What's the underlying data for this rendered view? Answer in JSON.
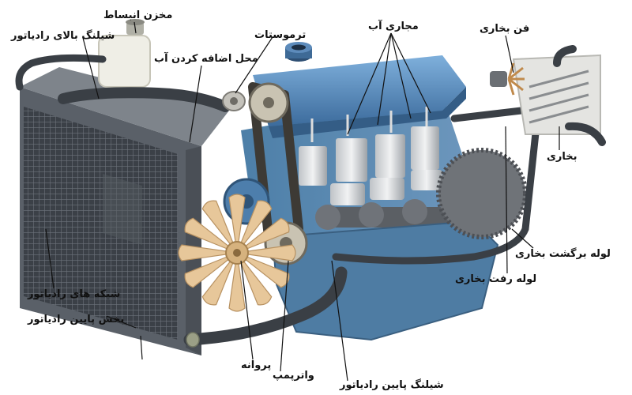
{
  "labels": {
    "expansion_tank": "مخزن انبساط",
    "upper_radiator_hose": "شیلنگ بالای رادیاتور",
    "thermostat": "ترموستات",
    "water_filler": "محل اضافه کردن آب",
    "water_passages": "مجاری آب",
    "heater_fan": "فن بخاری",
    "heater": "بخاری",
    "heater_return_pipe": "لوله برگشت بخاری",
    "heater_supply_pipe": "لوله رفت بخاری",
    "radiator_core": "شبکه های رادیاتور",
    "radiator_lower_section": "بخش پایین رادیاتور",
    "fan": "پروانه",
    "water_pump": "واترپمپ",
    "lower_radiator_hose": "شیلنگ پایین رادیاتور"
  },
  "colors": {
    "engine_blue": "#4f7fb0",
    "radiator_dark": "#444a52",
    "hose_dark": "#3a3f45",
    "fan_blade": "#e7c79a"
  }
}
